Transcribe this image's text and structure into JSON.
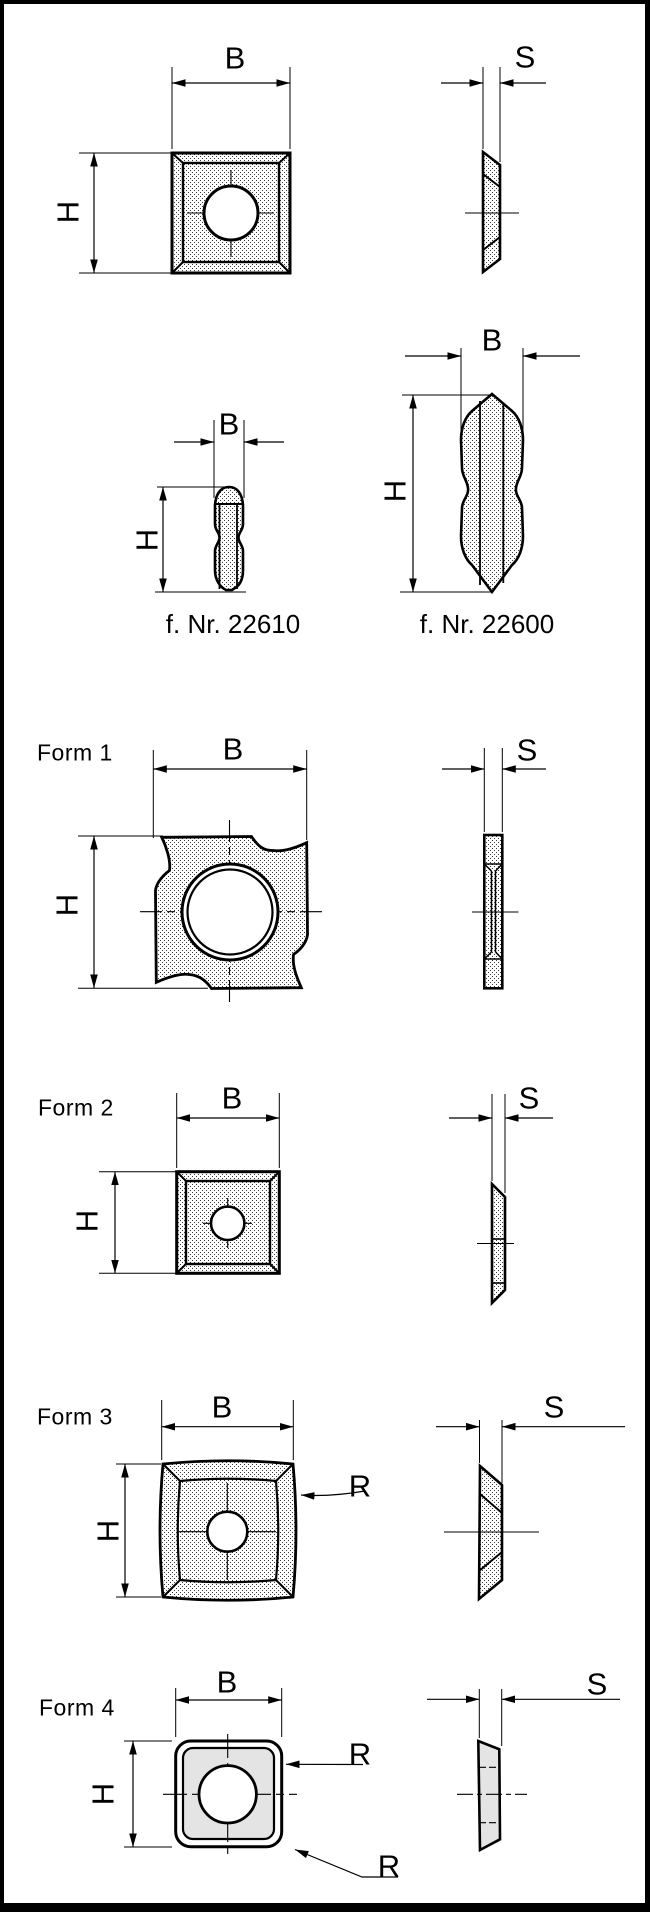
{
  "drawing": {
    "title_context": "indexable-knife-forms-diagram",
    "dim_labels": {
      "width": "B",
      "height": "H",
      "thickness": "S",
      "radius": "R"
    },
    "profiles": {
      "left_code": "f. Nr. 22610",
      "right_code": "f. Nr. 22600"
    },
    "forms": [
      {
        "name": "Form 1"
      },
      {
        "name": "Form 2"
      },
      {
        "name": "Form 3"
      },
      {
        "name": "Form 4"
      }
    ],
    "colors": {
      "line": "#000000",
      "background": "#ffffff",
      "light_fill": "#e4e4e4"
    }
  }
}
